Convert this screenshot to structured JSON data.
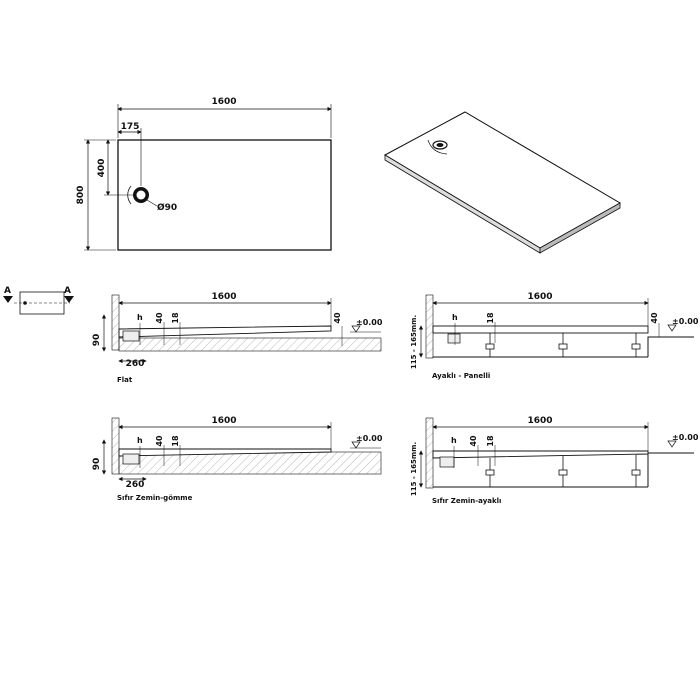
{
  "plan_view": {
    "length_label": "1600",
    "width_label": "800",
    "drain_offset_x_label": "175",
    "drain_offset_y_label": "400",
    "drain_diameter_label": "Ø90"
  },
  "section_key": {
    "left_marker": "A",
    "right_marker": "A"
  },
  "sections": [
    {
      "caption": "Flat",
      "length_label": "1600",
      "height_label": "90",
      "drain_width_label": "260",
      "h_label": "h",
      "thickness_label": "40",
      "slope_label": "18",
      "edge_label": "40",
      "level_label": "±0.00"
    },
    {
      "caption": "Ayaklı - Panelli",
      "length_label": "1600",
      "height_label": "115 - 165mm.",
      "h_label": "h",
      "slope_label": "18",
      "edge_label": "40",
      "level_label": "±0.00"
    },
    {
      "caption": "Sıfır Zemin-gömme",
      "length_label": "1600",
      "height_label": "90",
      "drain_width_label": "260",
      "h_label": "h",
      "thickness_label": "40",
      "slope_label": "18",
      "level_label": "±0.00"
    },
    {
      "caption": "Sıfır Zemin-ayaklı",
      "length_label": "1600",
      "height_label": "115 - 165mm.",
      "h_label": "h",
      "thickness_label": "40",
      "slope_label": "18",
      "level_label": "±0.00"
    }
  ]
}
